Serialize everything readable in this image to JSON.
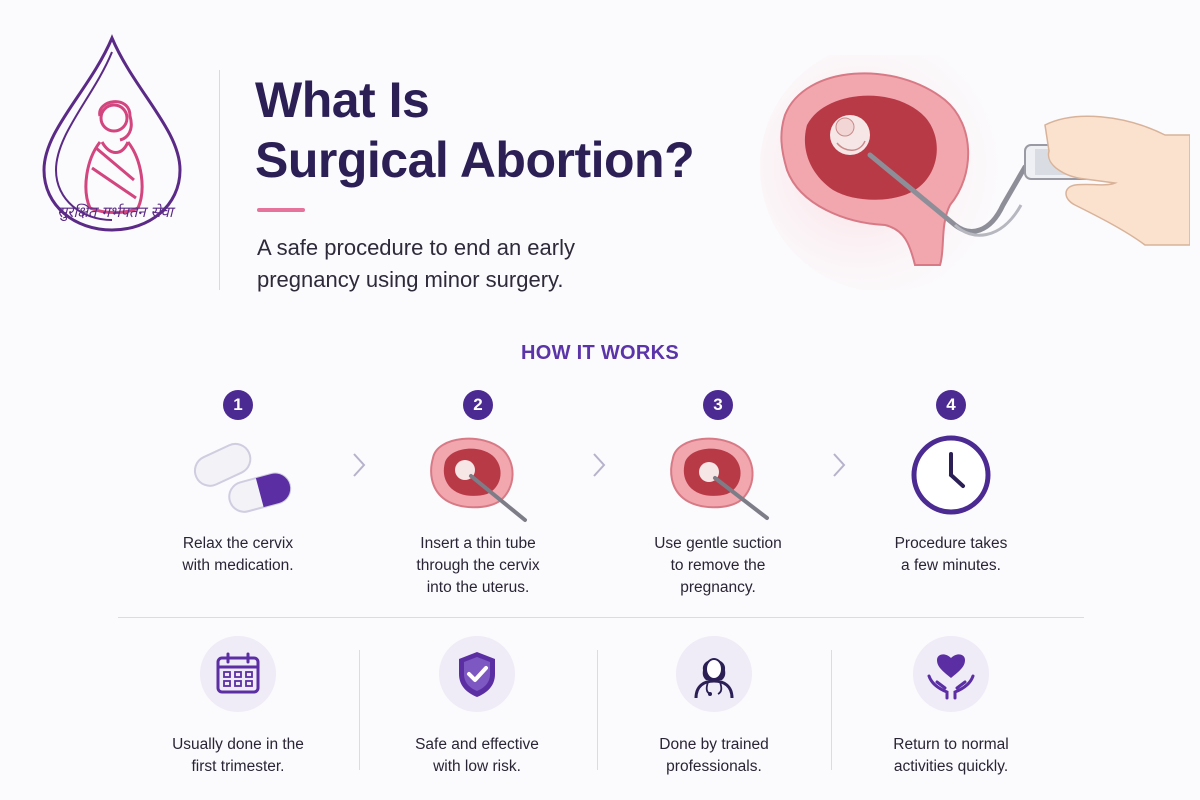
{
  "logo": {
    "tagline": "सुरक्षित गर्भपतन सेवा"
  },
  "header": {
    "title_lines": [
      "What Is",
      "Surgical Abortion?"
    ],
    "subtitle_lines": [
      "A safe procedure to end an early",
      "pregnancy using minor surgery."
    ]
  },
  "how_it_works": {
    "heading": "HOW IT WORKS",
    "steps": [
      {
        "number": "1",
        "icon": "pills-icon",
        "text_lines": [
          "Relax the cervix",
          "with medication."
        ]
      },
      {
        "number": "2",
        "icon": "uterus-tube-icon",
        "text_lines": [
          "Insert a thin tube",
          "through the cervix",
          "into the uterus."
        ]
      },
      {
        "number": "3",
        "icon": "uterus-suction-icon",
        "text_lines": [
          "Use gentle suction",
          "to remove the",
          "pregnancy."
        ]
      },
      {
        "number": "4",
        "icon": "clock-icon",
        "text_lines": [
          "Procedure takes",
          "a few minutes."
        ]
      }
    ]
  },
  "features": [
    {
      "icon": "calendar-icon",
      "text_lines": [
        "Usually done in the",
        "first trimester."
      ]
    },
    {
      "icon": "shield-check-icon",
      "text_lines": [
        "Safe and effective",
        "with low risk."
      ]
    },
    {
      "icon": "doctor-icon",
      "text_lines": [
        "Done by trained",
        "professionals."
      ]
    },
    {
      "icon": "heart-hands-icon",
      "text_lines": [
        "Return to normal",
        "activities quickly."
      ]
    }
  ],
  "colors": {
    "title": "#2b1f55",
    "accent_pink": "#e5739b",
    "badge_purple": "#4b2a92",
    "section_purple": "#5a34a8",
    "logo_purple": "#5a2a86",
    "logo_pink": "#d2457e"
  }
}
